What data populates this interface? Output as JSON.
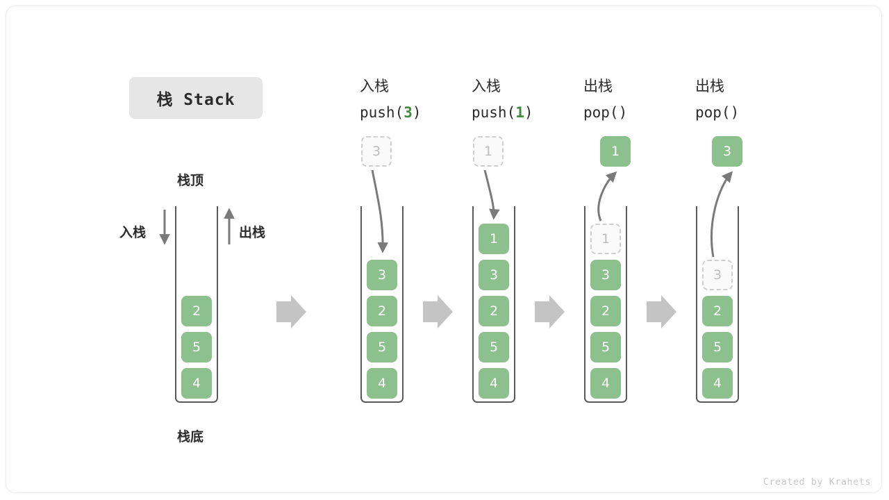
{
  "title_badge": {
    "label": "栈 Stack"
  },
  "left_stack": {
    "top_label": "栈顶",
    "bottom_label": "栈底",
    "push_label": "入栈",
    "pop_label": "出栈",
    "cells": [
      "2",
      "5",
      "4"
    ]
  },
  "stages": [
    {
      "id": "push-3",
      "cn": "入栈",
      "code_prefix": "push(",
      "code_arg": "3",
      "code_suffix": ")",
      "incoming_ghost": "3",
      "cells": [
        "3",
        "2",
        "5",
        "4"
      ],
      "ghost_in_stack": null,
      "result_cell": null
    },
    {
      "id": "push-1",
      "cn": "入栈",
      "code_prefix": "push(",
      "code_arg": "1",
      "code_suffix": ")",
      "incoming_ghost": "1",
      "cells": [
        "1",
        "3",
        "2",
        "5",
        "4"
      ],
      "ghost_in_stack": null,
      "result_cell": null
    },
    {
      "id": "pop-1",
      "cn": "出栈",
      "code_prefix": "pop(",
      "code_arg": "",
      "code_suffix": ")",
      "incoming_ghost": null,
      "cells": [
        "3",
        "2",
        "5",
        "4"
      ],
      "ghost_in_stack": "1",
      "result_cell": "1"
    },
    {
      "id": "pop-3",
      "cn": "出栈",
      "code_prefix": "pop(",
      "code_arg": "",
      "code_suffix": ")",
      "incoming_ghost": null,
      "cells": [
        "2",
        "5",
        "4"
      ],
      "ghost_in_stack": "3",
      "result_cell": "3"
    }
  ],
  "colors": {
    "element_green": "#8cc08c",
    "accent_green": "#3d8b3d",
    "ghost_border": "#cfcfcf",
    "ghost_fill": "#fafafa",
    "tube_stroke": "#5a5a5a",
    "flow_arrow": "#c4c4c4",
    "curve_arrow": "#7a7a7a",
    "badge_bg": "#e6e6e6",
    "text_dark": "#2b2b2b"
  },
  "watermark": {
    "text": "Created by Krahets"
  }
}
